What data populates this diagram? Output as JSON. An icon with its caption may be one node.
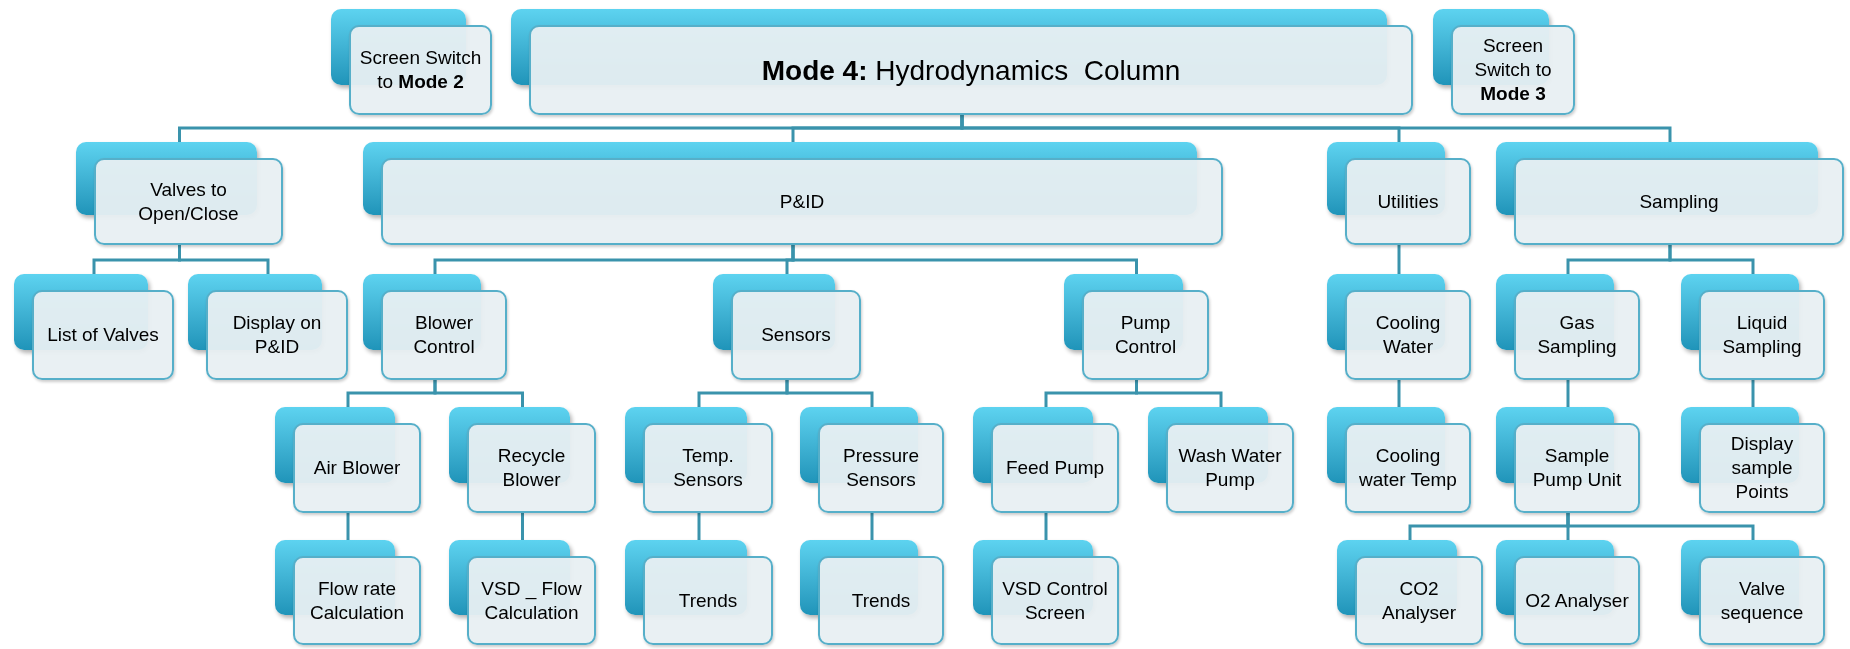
{
  "diagram": {
    "nodes": [
      {
        "text": [
          "**Mode 4:** Hydrodynamics  Column"
        ]
      },
      {
        "text": [
          "Screen Switch to **Mode 2**"
        ]
      },
      {
        "text": [
          "Screen Switch to **Mode 3**"
        ]
      },
      {
        "text": [
          "Valves to Open/Close"
        ]
      },
      {
        "text": [
          "P&ID"
        ]
      },
      {
        "text": [
          "Utilities"
        ]
      },
      {
        "text": [
          "Sampling"
        ]
      },
      {
        "text": [
          "List of Valves"
        ]
      },
      {
        "text": [
          "Display on P&ID"
        ]
      },
      {
        "text": [
          "Blower Control"
        ]
      },
      {
        "text": [
          "Sensors"
        ]
      },
      {
        "text": [
          "Pump Control"
        ]
      },
      {
        "text": [
          "Cooling Water"
        ]
      },
      {
        "text": [
          "Gas Sampling"
        ]
      },
      {
        "text": [
          "Liquid Sampling"
        ]
      },
      {
        "text": [
          "Air Blower"
        ]
      },
      {
        "text": [
          "Recycle Blower"
        ]
      },
      {
        "text": [
          "Temp. Sensors"
        ]
      },
      {
        "text": [
          "Pressure Sensors"
        ]
      },
      {
        "text": [
          "Feed Pump"
        ]
      },
      {
        "text": [
          "Wash Water Pump"
        ]
      },
      {
        "text": [
          "Cooling water Temp"
        ]
      },
      {
        "text": [
          "Sample Pump Unit"
        ]
      },
      {
        "text": [
          "Display sample Points"
        ]
      },
      {
        "text": [
          "Flow rate Calculation"
        ]
      },
      {
        "text": [
          "VSD _ Flow Calculation"
        ]
      },
      {
        "text": [
          "Trends"
        ]
      },
      {
        "text": [
          "Trends"
        ]
      },
      {
        "text": [
          "VSD Control Screen"
        ]
      },
      {
        "text": [
          "CO2 Analyser"
        ]
      },
      {
        "text": [
          "O2 Analyser"
        ]
      },
      {
        "text": [
          "Valve sequence"
        ]
      }
    ],
    "edges": [
      {
        "from": 0,
        "to": 3,
        "arrow": "none"
      },
      {
        "from": 0,
        "to": 4,
        "arrow": "none"
      },
      {
        "from": 0,
        "to": 5,
        "arrow": "none"
      },
      {
        "from": 0,
        "to": 6,
        "arrow": "none"
      },
      {
        "from": 3,
        "to": 7,
        "arrow": "none"
      },
      {
        "from": 3,
        "to": 8,
        "arrow": "none"
      },
      {
        "from": 4,
        "to": 9,
        "arrow": "none"
      },
      {
        "from": 4,
        "to": 10,
        "arrow": "none"
      },
      {
        "from": 4,
        "to": 11,
        "arrow": "none"
      },
      {
        "from": 5,
        "to": 12,
        "arrow": "none"
      },
      {
        "from": 6,
        "to": 13,
        "arrow": "none"
      },
      {
        "from": 6,
        "to": 14,
        "arrow": "none"
      },
      {
        "from": 9,
        "to": 15,
        "arrow": "none"
      },
      {
        "from": 9,
        "to": 16,
        "arrow": "none"
      },
      {
        "from": 10,
        "to": 17,
        "arrow": "none"
      },
      {
        "from": 10,
        "to": 18,
        "arrow": "none"
      },
      {
        "from": 11,
        "to": 19,
        "arrow": "none"
      },
      {
        "from": 11,
        "to": 20,
        "arrow": "none"
      },
      {
        "from": 12,
        "to": 21,
        "arrow": "none"
      },
      {
        "from": 13,
        "to": 22,
        "arrow": "none"
      },
      {
        "from": 14,
        "to": 23,
        "arrow": "none"
      },
      {
        "from": 15,
        "to": 24,
        "arrow": "none"
      },
      {
        "from": 16,
        "to": 25,
        "arrow": "none"
      },
      {
        "from": 17,
        "to": 26,
        "arrow": "none"
      },
      {
        "from": 18,
        "to": 27,
        "arrow": "none"
      },
      {
        "from": 19,
        "to": 28,
        "arrow": "none"
      },
      {
        "from": 22,
        "to": 29,
        "arrow": "none"
      },
      {
        "from": 22,
        "to": 30,
        "arrow": "none"
      },
      {
        "from": 22,
        "to": 31,
        "arrow": "none"
      }
    ]
  }
}
